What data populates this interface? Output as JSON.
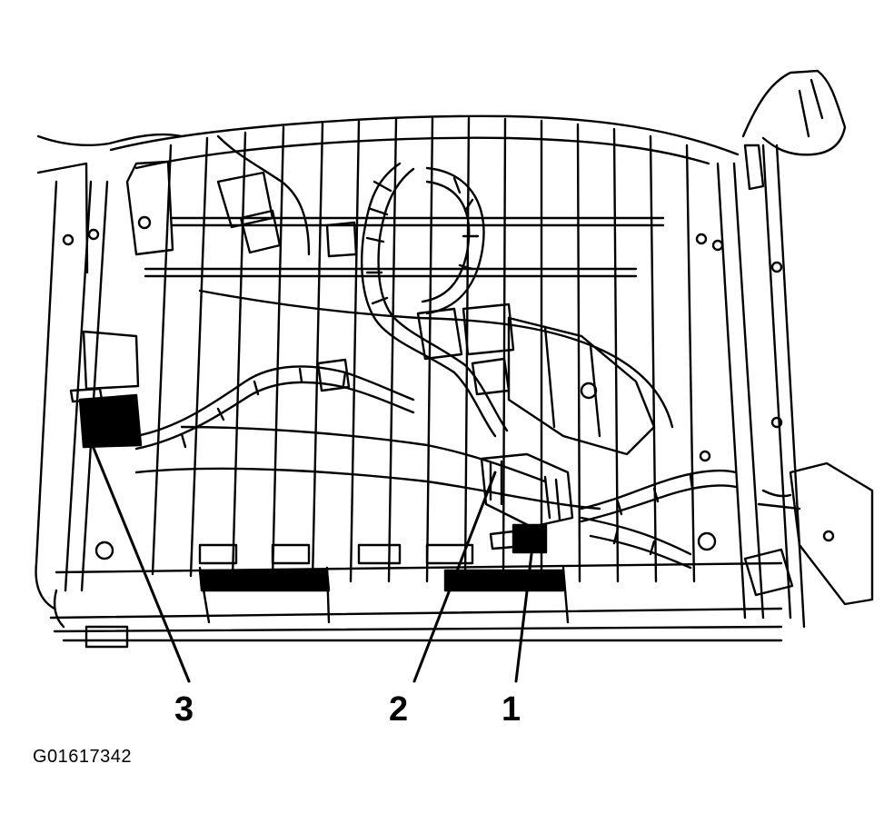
{
  "callouts": {
    "c1": "1",
    "c2": "2",
    "c3": "3"
  },
  "figure_id": "G01617342",
  "colors": {
    "ink": "#000000",
    "paper": "#ffffff"
  }
}
